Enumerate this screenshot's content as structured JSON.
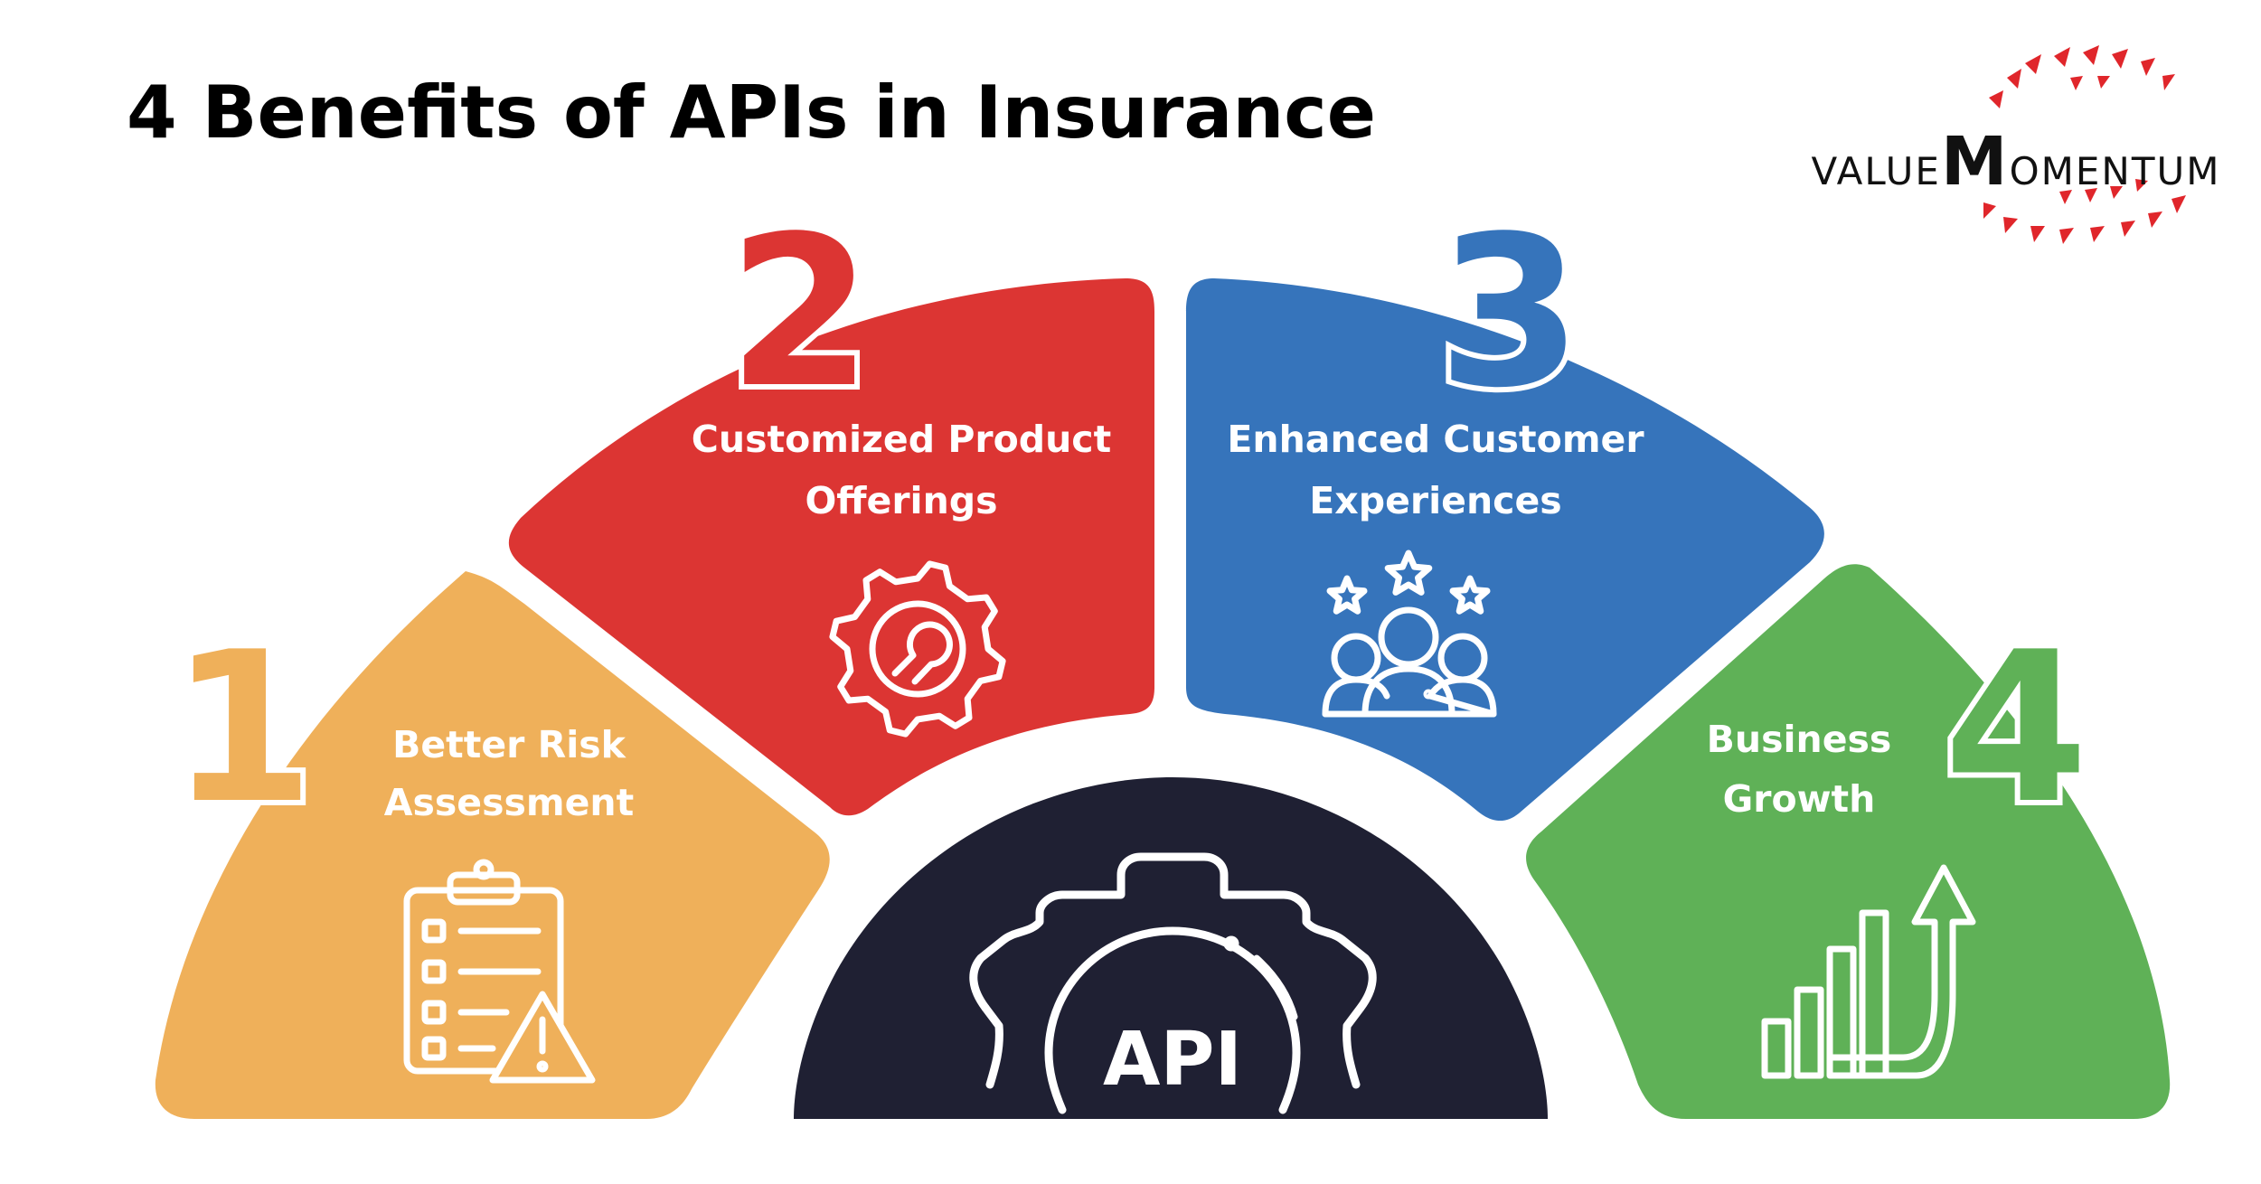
{
  "title": "4 Benefits of APIs in Insurance",
  "logo": {
    "prefix": "VALUE",
    "initial": "M",
    "suffix": "OMENTUM",
    "accent": "#e0262b"
  },
  "center": {
    "label": "API",
    "color": "#1f2033",
    "icon": "gear-icon"
  },
  "benefits": [
    {
      "number": "1",
      "line1": "Better Risk",
      "line2": "Assessment",
      "color": "#efb05a",
      "icon": "clipboard-warning-icon"
    },
    {
      "number": "2",
      "line1": "Customized Product",
      "line2": "Offerings",
      "color": "#dc3533",
      "icon": "gear-wrench-icon"
    },
    {
      "number": "3",
      "line1": "Enhanced Customer",
      "line2": "Experiences",
      "color": "#3674bb",
      "icon": "people-stars-icon"
    },
    {
      "number": "4",
      "line1": "Business",
      "line2": "Growth",
      "color": "#5fb157",
      "icon": "growth-chart-icon"
    }
  ]
}
